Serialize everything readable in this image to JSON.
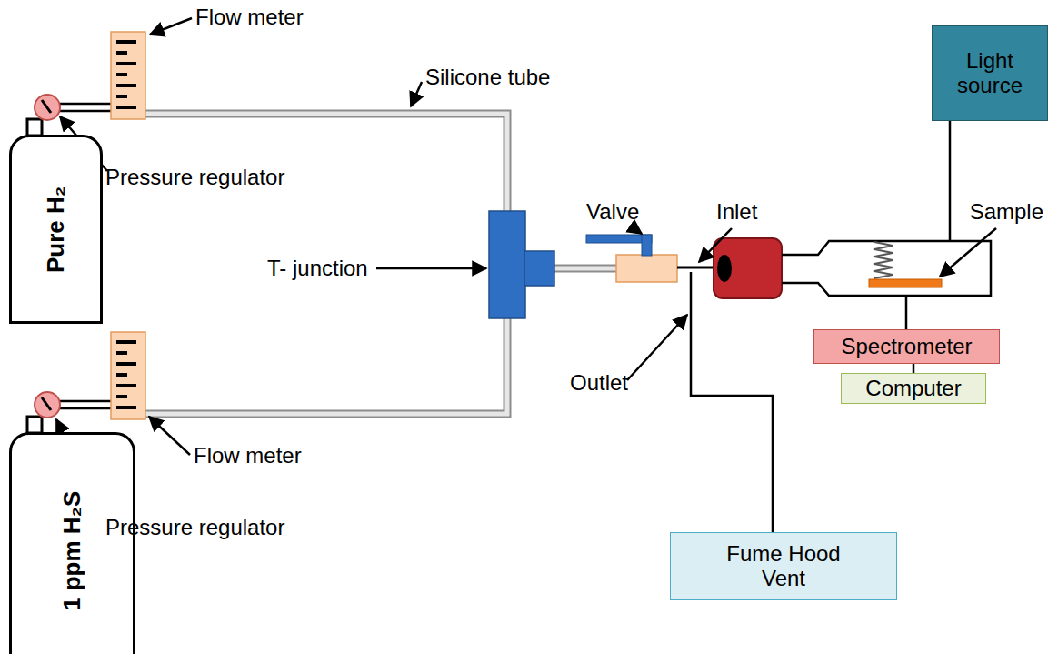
{
  "diagram": {
    "nodes": [
      {
        "text": [
          "Pure H₂"
        ]
      },
      {
        "text": [
          "Light source"
        ]
      },
      {
        "text": [
          "Spectrometer"
        ]
      },
      {
        "text": [
          "Computer"
        ]
      },
      {
        "text": [
          "1 ppm H₂S"
        ]
      },
      {
        "text": [
          "Fume Hood Vent"
        ]
      }
    ],
    "edges": [
      {
        "from": 2,
        "to": 3,
        "arrow": "none"
      }
    ],
    "labels": [
      "Flow meter",
      "Silicone tube",
      "Pressure regulator",
      "T- junction",
      "Valve",
      "Inlet",
      "Sample",
      "Outlet",
      "Flow meter",
      "Pressure regulator"
    ]
  }
}
